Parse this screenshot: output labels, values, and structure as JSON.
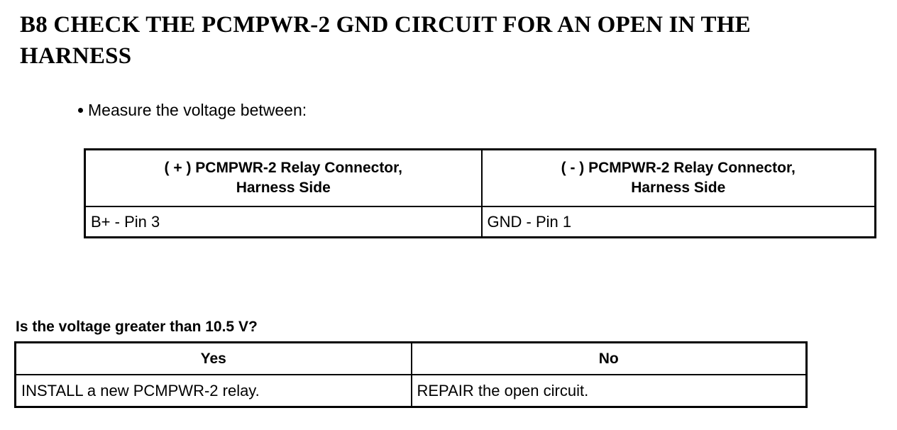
{
  "page": {
    "title": "B8 CHECK THE PCMPWR-2 GND CIRCUIT FOR AN OPEN IN THE HARNESS",
    "background_color": "#ffffff",
    "text_color": "#000000"
  },
  "instruction": {
    "bullet_glyph": "bullet-dot-icon",
    "text": "Measure the voltage between:"
  },
  "measurement_table": {
    "headers": [
      {
        "line1": "( + ) PCMPWR-2 Relay Connector,",
        "line2": "Harness Side"
      },
      {
        "line1": "( - ) PCMPWR-2 Relay Connector,",
        "line2": "Harness Side"
      }
    ],
    "rows": [
      {
        "positive": "B+ - Pin 3",
        "negative": "GND - Pin 1"
      }
    ]
  },
  "question": {
    "text": "Is the voltage greater than 10.5 V?"
  },
  "decision_table": {
    "headers": [
      "Yes",
      "No"
    ],
    "rows": [
      {
        "yes": "INSTALL a new PCMPWR-2 relay.",
        "no": "REPAIR the open circuit."
      }
    ]
  }
}
